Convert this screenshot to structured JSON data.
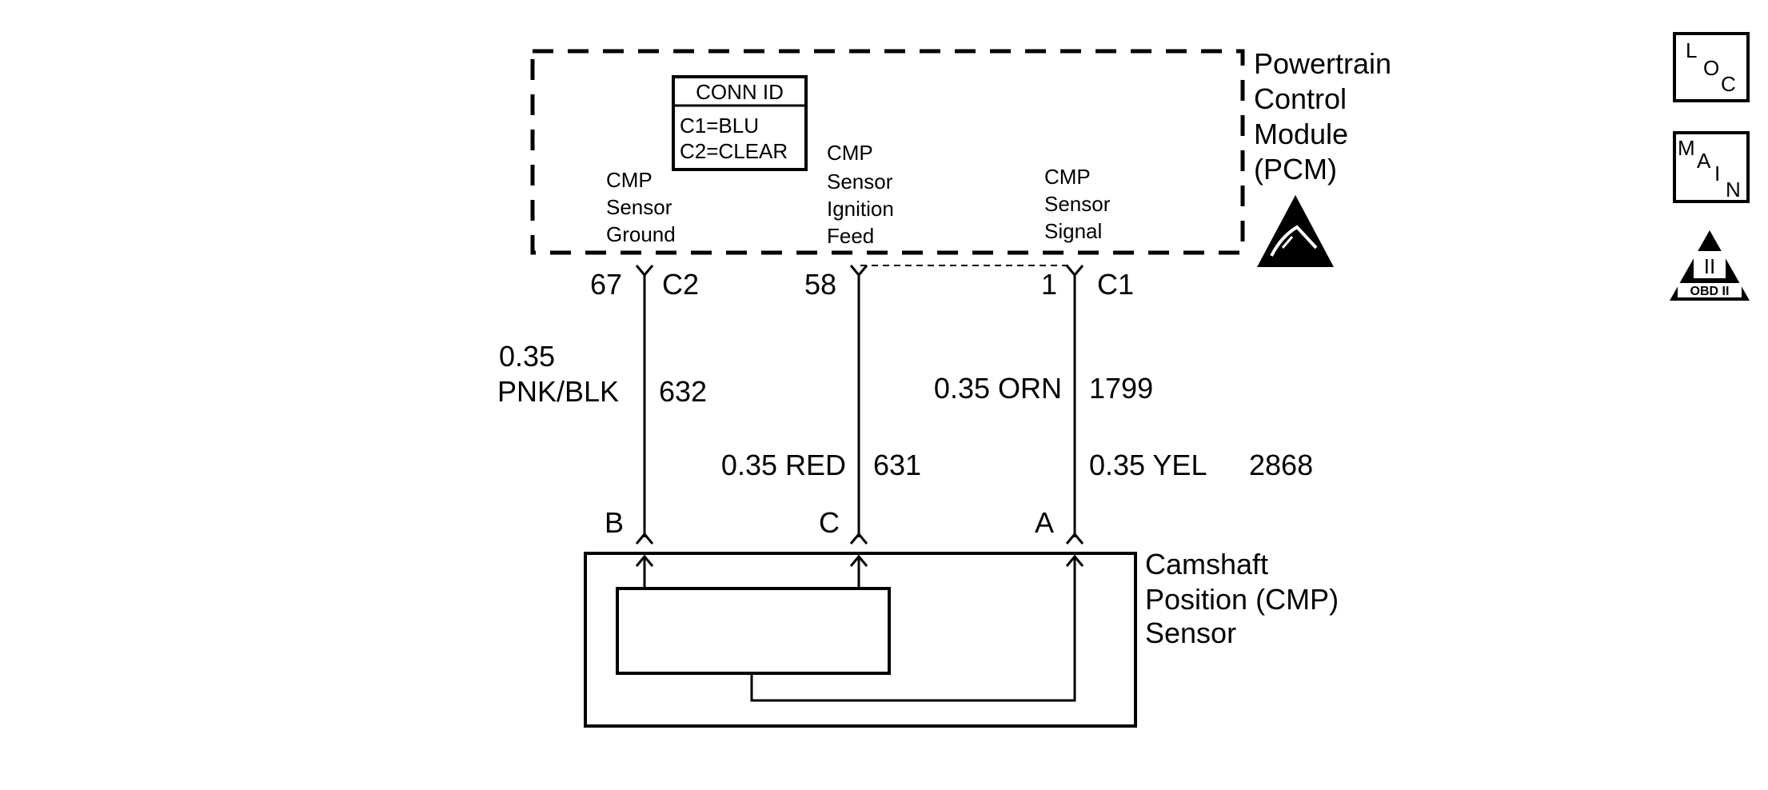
{
  "pcm": {
    "label_lines": [
      "Powertrain",
      "Control",
      "Module",
      "(PCM)"
    ],
    "conn_id": {
      "title": "CONN ID",
      "lines": [
        "C1=BLU",
        "C2=CLEAR"
      ]
    },
    "terminals": [
      {
        "lines": [
          "CMP",
          "Sensor",
          "Ground"
        ],
        "pin": "67",
        "connector": "C2"
      },
      {
        "lines": [
          "CMP",
          "Sensor",
          "Ignition",
          "Feed"
        ],
        "pin": "58",
        "connector": ""
      },
      {
        "lines": [
          "CMP",
          "Sensor",
          "Signal"
        ],
        "pin": "1",
        "connector": "C1"
      }
    ]
  },
  "wires": [
    {
      "size": "0.35",
      "color": "PNK/BLK",
      "circuit": "632",
      "sensor_pin": "B"
    },
    {
      "size": "0.35",
      "color": "RED",
      "circuit": "631",
      "sensor_pin": "C"
    },
    {
      "size": "0.35",
      "color": "ORN",
      "circuit": "1799",
      "sensor_pin": "A"
    },
    {
      "size": "0.35",
      "color": "YEL",
      "circuit": "2868",
      "sensor_pin": "A"
    }
  ],
  "wire_labels": {
    "ground_size": "0.35",
    "ground_color": "PNK/BLK",
    "ground_circuit": "632",
    "ignition": "0.35 RED",
    "ignition_circuit": "631",
    "signal_upper": "0.35 ORN",
    "signal_upper_circuit": "1799",
    "signal_lower": "0.35 YEL",
    "signal_lower_circuit": "2868"
  },
  "sensor": {
    "label_lines": [
      "Camshaft",
      "Position (CMP)",
      "Sensor"
    ]
  },
  "side_icons": {
    "loc": [
      "L",
      "O",
      "C"
    ],
    "main": [
      "M",
      "A",
      "I",
      "N"
    ],
    "obd": {
      "top": "II",
      "bottom": "OBD II"
    }
  }
}
